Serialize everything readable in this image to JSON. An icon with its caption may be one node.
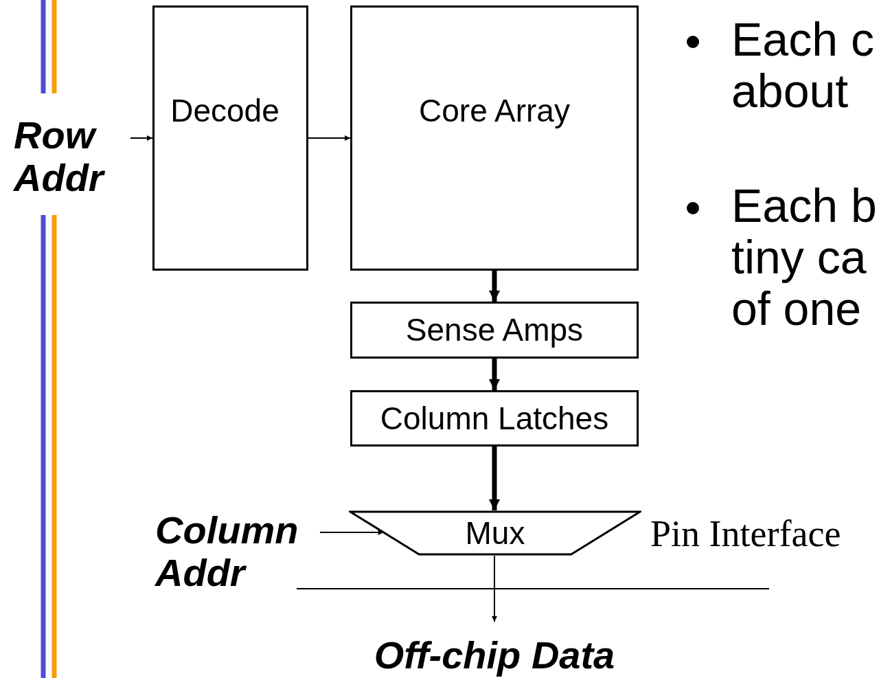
{
  "diagram": {
    "nodes": [
      {
        "text": [
          "Row Addr"
        ]
      },
      {
        "text": [
          "Decode"
        ]
      },
      {
        "text": [
          "Core Array"
        ]
      },
      {
        "text": [
          "Sense Amps"
        ]
      },
      {
        "text": [
          "Column Latches"
        ]
      },
      {
        "text": [
          "Mux"
        ]
      },
      {
        "text": [
          "Column Addr"
        ]
      },
      {
        "text": [
          "Off-chip Data"
        ]
      }
    ],
    "edges": [
      {
        "from": 0,
        "to": 1,
        "arrow": "to"
      },
      {
        "from": 1,
        "to": 2,
        "arrow": "to"
      },
      {
        "from": 2,
        "to": 3,
        "arrow": "to",
        "style": "thick"
      },
      {
        "from": 3,
        "to": 4,
        "arrow": "to",
        "style": "thick"
      },
      {
        "from": 4,
        "to": 5,
        "arrow": "to",
        "style": "thick"
      },
      {
        "from": 6,
        "to": 5,
        "arrow": "to"
      },
      {
        "from": 5,
        "to": 7,
        "arrow": "to"
      }
    ],
    "labels": [
      "Pin Interface",
      "Each c about",
      "Each b tiny ca of one"
    ]
  }
}
